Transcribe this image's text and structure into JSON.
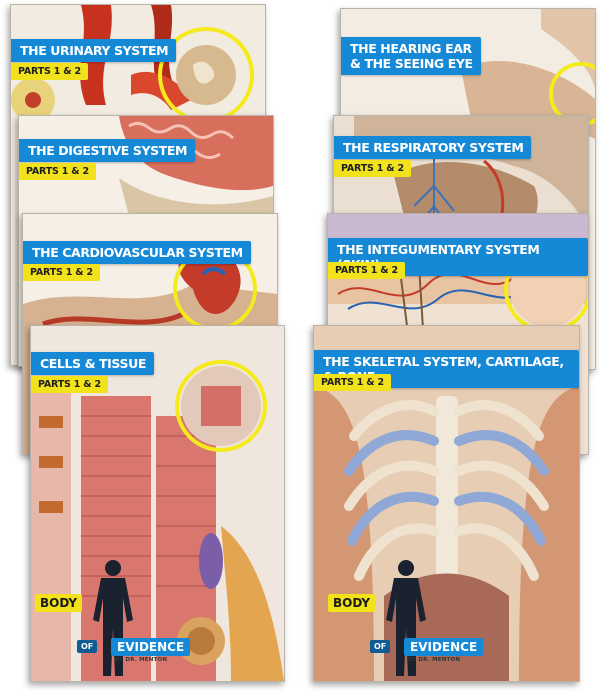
{
  "series": {
    "word_body": "BODY",
    "word_of": "OF",
    "word_evidence": "EVIDENCE",
    "author_left": "BY DR. MENTON",
    "author_right": "BY DR. MENTON"
  },
  "colors": {
    "title_blue": "#1689d6",
    "parts_yellow": "#f1e21b",
    "highlight_ring": "#f4ea1c",
    "card_bg": "#f4efe6"
  },
  "cards": {
    "urinary": {
      "title": "THE URINARY SYSTEM",
      "parts": "PARTS 1 & 2"
    },
    "hearing": {
      "title": "THE HEARING EAR\n& THE SEEING EYE"
    },
    "digestive": {
      "title": "THE DIGESTIVE SYSTEM",
      "parts": "PARTS 1 & 2"
    },
    "respiratory": {
      "title": "THE RESPIRATORY SYSTEM",
      "parts": "PARTS 1 & 2"
    },
    "cardio": {
      "title": "THE CARDIOVASCULAR SYSTEM",
      "parts": "PARTS 1 & 2"
    },
    "integumentary": {
      "title": "THE INTEGUMENTARY SYSTEM (SKIN)",
      "parts": "PARTS 1 & 2"
    },
    "cells": {
      "title": "CELLS & TISSUE",
      "parts": "PARTS 1 & 2"
    },
    "skeletal": {
      "title": "THE SKELETAL SYSTEM, CARTILAGE, & BONE",
      "parts": "PARTS 1 & 2"
    }
  }
}
